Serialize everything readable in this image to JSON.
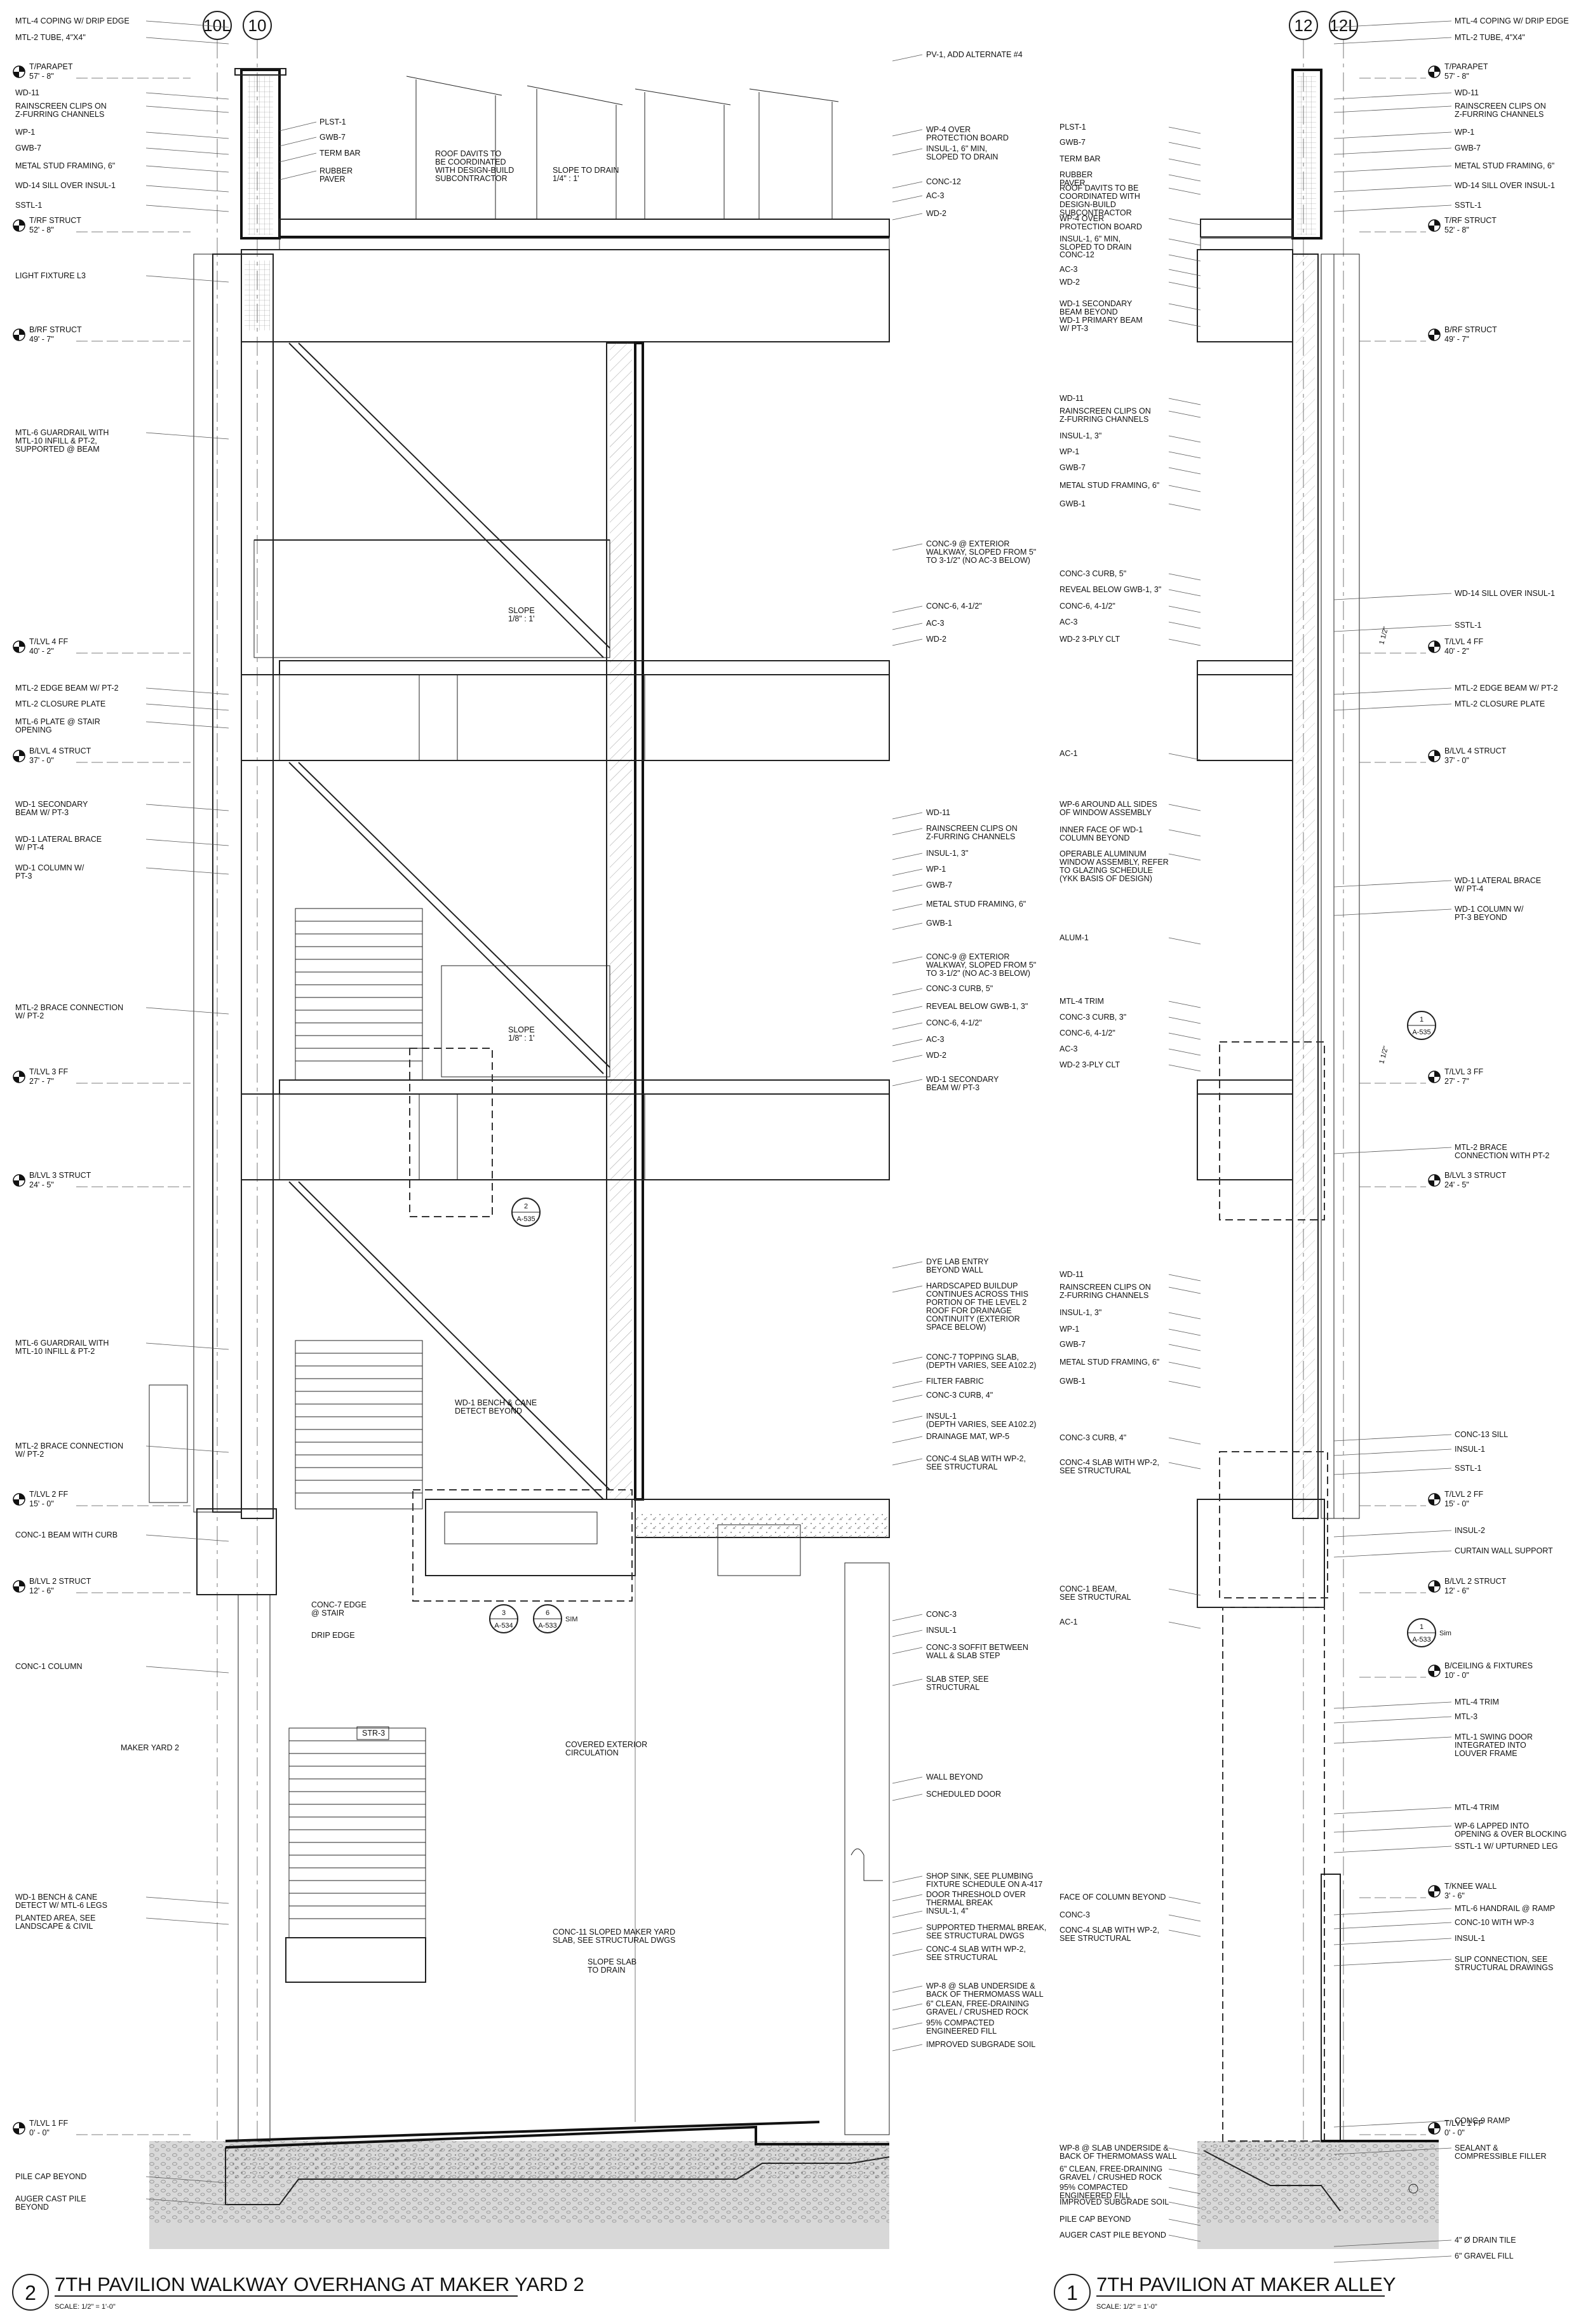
{
  "left_drawing": {
    "number": "2",
    "title": "7TH PAVILION WALKWAY OVERHANG AT MAKER YARD 2",
    "scale": "SCALE:   1/2\" = 1'-0\"",
    "grids": [
      "10L",
      "10"
    ],
    "levels": [
      {
        "name": "T/PARAPET",
        "elev": "57' - 8\""
      },
      {
        "name": "T/RF STRUCT",
        "elev": "52' - 8\""
      },
      {
        "name": "B/RF STRUCT",
        "elev": "49' - 7\""
      },
      {
        "name": "T/LVL 4 FF",
        "elev": "40' - 2\""
      },
      {
        "name": "B/LVL 4 STRUCT",
        "elev": "37' - 0\""
      },
      {
        "name": "T/LVL 3 FF",
        "elev": "27' - 7\""
      },
      {
        "name": "B/LVL 3 STRUCT",
        "elev": "24' - 5\""
      },
      {
        "name": "T/LVL 2 FF",
        "elev": "15' - 0\""
      },
      {
        "name": "B/LVL 2 STRUCT",
        "elev": "12' - 6\""
      },
      {
        "name": "T/LVL 1 FF",
        "elev": "0' - 0\""
      }
    ],
    "left_notes": [
      [
        "MTL-4 COPING W/ DRIP EDGE"
      ],
      [
        "MTL-2 TUBE, 4\"X4\""
      ],
      [
        "WD-11"
      ],
      [
        "RAINSCREEN CLIPS ON",
        "Z-FURRING CHANNELS"
      ],
      [
        "WP-1"
      ],
      [
        "GWB-7"
      ],
      [
        "METAL STUD FRAMING, 6\""
      ],
      [
        "WD-14 SILL OVER INSUL-1"
      ],
      [
        "SSTL-1"
      ],
      [
        "LIGHT FIXTURE L3"
      ],
      [
        "MTL-6 GUARDRAIL WITH",
        "MTL-10 INFILL & PT-2,",
        "SUPPORTED @ BEAM"
      ],
      [
        "MTL-2 EDGE BEAM W/ PT-2"
      ],
      [
        "MTL-2 CLOSURE PLATE"
      ],
      [
        "MTL-6 PLATE @ STAIR",
        "OPENING"
      ],
      [
        "WD-1 SECONDARY",
        "BEAM W/ PT-3"
      ],
      [
        "WD-1 LATERAL BRACE",
        "W/ PT-4"
      ],
      [
        "WD-1 COLUMN W/",
        "PT-3"
      ],
      [
        "MTL-2 BRACE CONNECTION",
        "W/ PT-2"
      ],
      [
        "MTL-6 GUARDRAIL WITH",
        "MTL-10 INFILL & PT-2"
      ],
      [
        "MTL-2 BRACE CONNECTION",
        "W/ PT-2"
      ],
      [
        "CONC-1 BEAM WITH CURB"
      ],
      [
        "CONC-1 COLUMN"
      ],
      [
        "WD-1 BENCH & CANE",
        "DETECT W/ MTL-6 LEGS"
      ],
      [
        "PLANTED AREA, SEE",
        "LANDSCAPE & CIVIL"
      ],
      [
        "PILE CAP BEYOND"
      ],
      [
        "AUGER CAST PILE",
        "BEYOND"
      ]
    ],
    "roof_notes": [
      [
        "PLST-1"
      ],
      [
        "GWB-7"
      ],
      [
        "TERM BAR"
      ],
      [
        "RUBBER",
        "PAVER"
      ],
      [
        "ROOF DAVITS TO",
        "BE COORDINATED",
        "WITH DESIGN-BUILD",
        "SUBCONTRACTOR"
      ],
      [
        "SLOPE TO DRAIN",
        "1/4\" : 1'"
      ]
    ],
    "inner_notes": [
      [
        "SLOPE",
        "1/8\" : 1'"
      ],
      [
        "SLOPE",
        "1/8\" : 1'"
      ],
      [
        "WD-1 BENCH & CANE",
        "DETECT BEYOND"
      ],
      [
        "CONC-7 EDGE",
        "@ STAIR"
      ],
      [
        "DRIP EDGE"
      ],
      [
        "STR-3"
      ],
      [
        "MAKER YARD 2"
      ],
      [
        "COVERED EXTERIOR",
        "CIRCULATION"
      ],
      [
        "CONC-11 SLOPED MAKER YARD",
        "SLAB, SEE STRUCTURAL DWGS"
      ],
      [
        "SLOPE SLAB",
        "TO DRAIN"
      ]
    ],
    "callouts": [
      {
        "num": "2",
        "sheet": "A-535"
      },
      {
        "num": "3",
        "sheet": "A-534"
      },
      {
        "num": "6",
        "sheet": "A-533",
        "tag": "SIM"
      }
    ],
    "right_notes": [
      [
        "PV-1, ADD ALTERNATE #4"
      ],
      [
        "WP-4 OVER",
        "PROTECTION BOARD"
      ],
      [
        "INSUL-1, 6\" MIN,",
        "SLOPED TO DRAIN"
      ],
      [
        "CONC-12"
      ],
      [
        "AC-3"
      ],
      [
        "WD-2"
      ],
      [
        "CONC-9 @ EXTERIOR",
        "WALKWAY, SLOPED FROM 5\"",
        "TO 3-1/2\" (NO AC-3 BELOW)"
      ],
      [
        "CONC-6, 4-1/2\""
      ],
      [
        "AC-3"
      ],
      [
        "WD-2"
      ],
      [
        "WD-11"
      ],
      [
        "RAINSCREEN CLIPS ON",
        "Z-FURRING CHANNELS"
      ],
      [
        "INSUL-1, 3\""
      ],
      [
        "WP-1"
      ],
      [
        "GWB-7"
      ],
      [
        "METAL STUD FRAMING, 6\""
      ],
      [
        "GWB-1"
      ],
      [
        "CONC-9 @ EXTERIOR",
        "WALKWAY, SLOPED FROM 5\"",
        "TO 3-1/2\" (NO AC-3 BELOW)"
      ],
      [
        "CONC-3 CURB, 5\""
      ],
      [
        "REVEAL BELOW GWB-1, 3\""
      ],
      [
        "CONC-6, 4-1/2\""
      ],
      [
        "AC-3"
      ],
      [
        "WD-2"
      ],
      [
        "WD-1 SECONDARY",
        "BEAM W/ PT-3"
      ],
      [
        "DYE LAB ENTRY",
        "BEYOND WALL"
      ],
      [
        "HARDSCAPED BUILDUP",
        "CONTINUES ACROSS THIS",
        "PORTION OF THE LEVEL 2",
        "ROOF FOR DRAINAGE",
        "CONTINUITY (EXTERIOR",
        "SPACE BELOW)"
      ],
      [
        "CONC-7 TOPPING SLAB,",
        "(DEPTH VARIES, SEE A102.2)"
      ],
      [
        "FILTER FABRIC"
      ],
      [
        "CONC-3 CURB, 4\""
      ],
      [
        "INSUL-1",
        "(DEPTH VARIES, SEE A102.2)"
      ],
      [
        "DRAINAGE MAT, WP-5"
      ],
      [
        "CONC-4 SLAB WITH WP-2,",
        "SEE STRUCTURAL"
      ],
      [
        "CONC-3"
      ],
      [
        "INSUL-1"
      ],
      [
        "CONC-3 SOFFIT BETWEEN",
        "WALL & SLAB STEP"
      ],
      [
        "SLAB STEP, SEE",
        "STRUCTURAL"
      ],
      [
        "WALL BEYOND"
      ],
      [
        "SCHEDULED DOOR"
      ],
      [
        "SHOP SINK, SEE PLUMBING",
        "FIXTURE SCHEDULE ON A-417"
      ],
      [
        "DOOR THRESHOLD OVER",
        "THERMAL BREAK"
      ],
      [
        "INSUL-1, 4\""
      ],
      [
        "SUPPORTED THERMAL BREAK,",
        "SEE STRUCTURAL DWGS"
      ],
      [
        "CONC-4 SLAB WITH WP-2,",
        "SEE STRUCTURAL"
      ],
      [
        "WP-8 @ SLAB UNDERSIDE &",
        "BACK OF THERMOMASS WALL"
      ],
      [
        "6\" CLEAN, FREE-DRAINING",
        "GRAVEL / CRUSHED ROCK"
      ],
      [
        "95% COMPACTED",
        "ENGINEERED FILL"
      ],
      [
        "IMPROVED SUBGRADE SOIL"
      ]
    ]
  },
  "right_drawing": {
    "number": "1",
    "title": "7TH PAVILION AT MAKER ALLEY",
    "scale": "SCALE:   1/2\" = 1'-0\"",
    "grids": [
      "12",
      "12L"
    ],
    "levels": [
      {
        "name": "T/PARAPET",
        "elev": "57' - 8\""
      },
      {
        "name": "T/RF STRUCT",
        "elev": "52' - 8\""
      },
      {
        "name": "B/RF STRUCT",
        "elev": "49' - 7\""
      },
      {
        "name": "T/LVL 4 FF",
        "elev": "40' - 2\""
      },
      {
        "name": "B/LVL 4 STRUCT",
        "elev": "37' - 0\""
      },
      {
        "name": "T/LVL 3 FF",
        "elev": "27' - 7\""
      },
      {
        "name": "B/LVL 3 STRUCT",
        "elev": "24' - 5\""
      },
      {
        "name": "T/LVL 2 FF",
        "elev": "15' - 0\""
      },
      {
        "name": "B/LVL 2 STRUCT",
        "elev": "12' - 6\""
      },
      {
        "name": "B/CEILING & FIXTURES",
        "elev": "10' - 0\""
      },
      {
        "name": "T/KNEE WALL",
        "elev": "3' - 6\""
      },
      {
        "name": "T/LVL 1 FF",
        "elev": "0' - 0\""
      }
    ],
    "right_notes": [
      [
        "MTL-4 COPING W/ DRIP EDGE"
      ],
      [
        "MTL-2 TUBE, 4\"X4\""
      ],
      [
        "WD-11"
      ],
      [
        "RAINSCREEN CLIPS ON",
        "Z-FURRING CHANNELS"
      ],
      [
        "WP-1"
      ],
      [
        "GWB-7"
      ],
      [
        "METAL STUD FRAMING, 6\""
      ],
      [
        "WD-14 SILL OVER INSUL-1"
      ],
      [
        "SSTL-1"
      ],
      [
        "WD-14 SILL OVER INSUL-1"
      ],
      [
        "SSTL-1"
      ],
      [
        "MTL-2 EDGE BEAM W/ PT-2"
      ],
      [
        "MTL-2 CLOSURE PLATE"
      ],
      [
        "WD-1 LATERAL BRACE",
        "W/ PT-4"
      ],
      [
        "WD-1 COLUMN W/",
        "PT-3 BEYOND"
      ],
      [
        "MTL-2 BRACE",
        "CONNECTION WITH PT-2"
      ],
      [
        "CONC-13 SILL"
      ],
      [
        "INSUL-1"
      ],
      [
        "SSTL-1"
      ],
      [
        "INSUL-2"
      ],
      [
        "CURTAIN WALL SUPPORT"
      ],
      [
        "MTL-4 TRIM"
      ],
      [
        "MTL-3"
      ],
      [
        "MTL-1 SWING DOOR",
        "INTEGRATED INTO",
        "LOUVER FRAME"
      ],
      [
        "MTL-4 TRIM"
      ],
      [
        "WP-6 LAPPED INTO",
        "OPENING & OVER BLOCKING"
      ],
      [
        "SSTL-1 W/ UPTURNED LEG"
      ],
      [
        "MTL-6 HANDRAIL @ RAMP"
      ],
      [
        "CONC-10 WITH WP-3"
      ],
      [
        "INSUL-1"
      ],
      [
        "SLIP CONNECTION, SEE",
        "STRUCTURAL DRAWINGS"
      ],
      [
        "CONC-9 RAMP"
      ],
      [
        "SEALANT &",
        "COMPRESSIBLE FILLER"
      ],
      [
        "4\" Ø DRAIN TILE"
      ],
      [
        "6\" GRAVEL FILL"
      ]
    ],
    "left_notes": [
      [
        "PLST-1"
      ],
      [
        "GWB-7"
      ],
      [
        "TERM BAR"
      ],
      [
        "RUBBER",
        "PAVER"
      ],
      [
        "ROOF DAVITS TO BE",
        "COORDINATED WITH",
        "DESIGN-BUILD",
        "SUBCONTRACTOR"
      ],
      [
        "WP-4 OVER",
        "PROTECTION BOARD"
      ],
      [
        "INSUL-1, 6\" MIN,",
        "SLOPED TO DRAIN"
      ],
      [
        "CONC-12"
      ],
      [
        "AC-3"
      ],
      [
        "WD-2"
      ],
      [
        "WD-1 SECONDARY",
        "BEAM BEYOND"
      ],
      [
        "WD-1 PRIMARY BEAM",
        "W/ PT-3"
      ],
      [
        "WD-11"
      ],
      [
        "RAINSCREEN CLIPS ON",
        "Z-FURRING CHANNELS"
      ],
      [
        "INSUL-1, 3\""
      ],
      [
        "WP-1"
      ],
      [
        "GWB-7"
      ],
      [
        "METAL STUD FRAMING, 6\""
      ],
      [
        "GWB-1"
      ],
      [
        "CONC-3 CURB, 5\""
      ],
      [
        "REVEAL BELOW GWB-1, 3\""
      ],
      [
        "CONC-6, 4-1/2\""
      ],
      [
        "AC-3"
      ],
      [
        "WD-2 3-PLY CLT"
      ],
      [
        "AC-1"
      ],
      [
        "WP-6 AROUND ALL SIDES",
        "OF WINDOW ASSEMBLY"
      ],
      [
        "INNER FACE OF WD-1",
        "COLUMN BEYOND"
      ],
      [
        "OPERABLE ALUMINUM",
        "WINDOW ASSEMBLY, REFER",
        "TO GLAZING SCHEDULE",
        "(YKK BASIS OF DESIGN)"
      ],
      [
        "ALUM-1"
      ],
      [
        "MTL-4 TRIM"
      ],
      [
        "CONC-3 CURB, 3\""
      ],
      [
        "CONC-6, 4-1/2\""
      ],
      [
        "AC-3"
      ],
      [
        "WD-2 3-PLY CLT"
      ],
      [
        "WD-11"
      ],
      [
        "RAINSCREEN CLIPS ON",
        "Z-FURRING CHANNELS"
      ],
      [
        "INSUL-1, 3\""
      ],
      [
        "WP-1"
      ],
      [
        "GWB-7"
      ],
      [
        "METAL STUD FRAMING, 6\""
      ],
      [
        "GWB-1"
      ],
      [
        "CONC-3 CURB, 4\""
      ],
      [
        "CONC-4 SLAB WITH WP-2,",
        "SEE STRUCTURAL"
      ],
      [
        "CONC-1 BEAM,",
        "SEE STRUCTURAL"
      ],
      [
        "AC-1"
      ],
      [
        "FACE OF COLUMN BEYOND"
      ],
      [
        "CONC-3"
      ],
      [
        "CONC-4 SLAB WITH WP-2,",
        "SEE STRUCTURAL"
      ],
      [
        "WP-8 @ SLAB UNDERSIDE &",
        "BACK OF THERMOMASS WALL"
      ],
      [
        "6\" CLEAN, FREE-DRAINING",
        "GRAVEL / CRUSHED ROCK"
      ],
      [
        "95% COMPACTED",
        "ENGINEERED FILL"
      ],
      [
        "IMPROVED SUBGRADE SOIL"
      ],
      [
        "PILE CAP BEYOND"
      ],
      [
        "AUGER CAST PILE BEYOND"
      ]
    ],
    "callouts": [
      {
        "num": "1",
        "sheet": "A-535"
      },
      {
        "num": "1",
        "sheet": "A-533",
        "tag": "Sim"
      }
    ],
    "dims": [
      "1 1/2\"",
      "1 1/2\""
    ]
  }
}
